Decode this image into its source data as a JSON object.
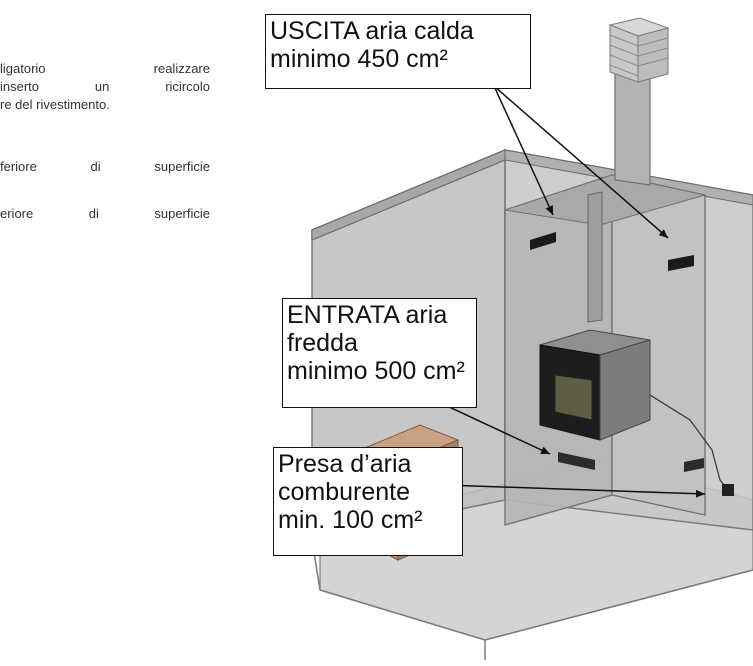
{
  "text_lines": [
    "ligatorio realizzare",
    "inserto un ricircolo",
    "re del rivestimento.",
    "feriore di superficie",
    "eriore di superficie"
  ],
  "labels": {
    "outlet": [
      "USCITA aria calda",
      "minimo 450 cm²"
    ],
    "inlet": [
      "ENTRATA aria",
      "fredda",
      "minimo 500 cm²"
    ],
    "combustion": [
      "Presa d’aria",
      "comburente",
      "min. 100 cm²"
    ]
  },
  "colors": {
    "room_fill": "#c9c9c9",
    "room_edge": "#8a8a8a",
    "box_fill": "#b58b6a",
    "vent": "#1a1a1a",
    "arrow": "#111111"
  }
}
